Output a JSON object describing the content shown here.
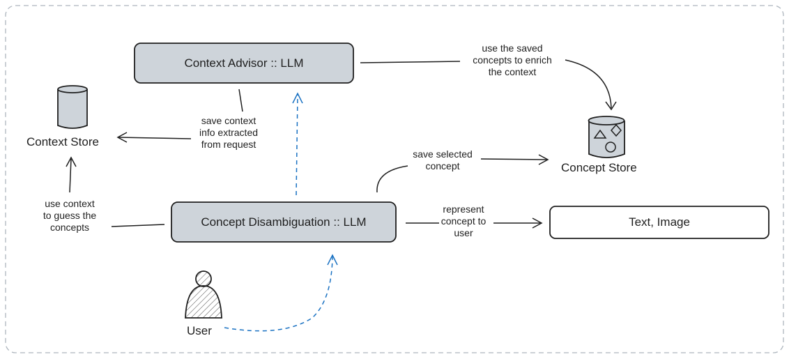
{
  "nodes": {
    "context_advisor": "Context Advisor :: LLM",
    "concept_disambiguation": "Concept Disambiguation :: LLM",
    "text_image": "Text, Image",
    "context_store": "Context Store",
    "concept_store": "Concept Store",
    "user": "User"
  },
  "edge_labels": {
    "use_saved_concepts": "use the saved\nconcepts to enrich\nthe context",
    "save_context_info": "save context\ninfo extracted\nfrom request",
    "save_selected_concept": "save selected\nconcept",
    "use_context_guess": "use context\nto guess the\nconcepts",
    "represent_concept": "represent\nconcept to\nuser"
  },
  "colors": {
    "box_fill": "#ced4da",
    "stroke": "#1e1e1e",
    "dashed_arrow": "#1971c2",
    "frame": "#adb5bd"
  }
}
